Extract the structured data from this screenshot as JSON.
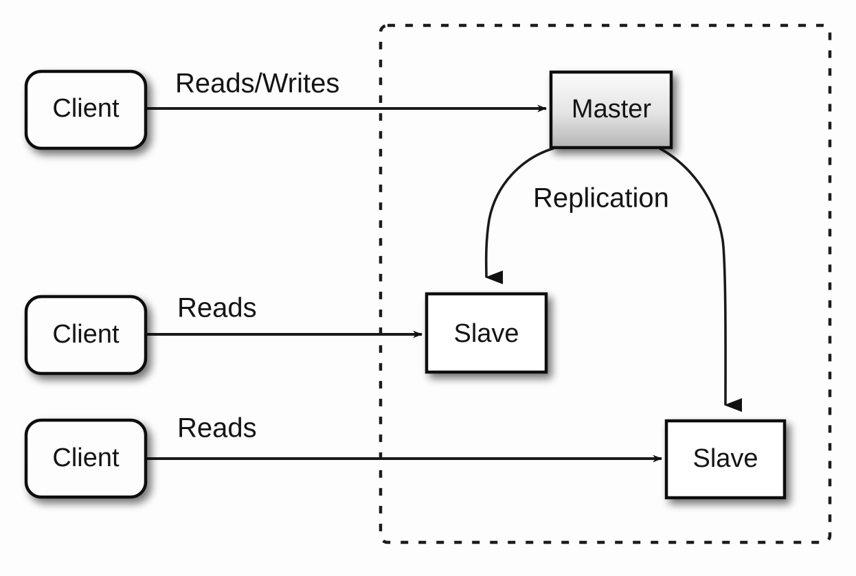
{
  "diagram": {
    "title": "Master-Slave Replication Topology",
    "boundary": {
      "name": "replication-cluster-boundary",
      "style": "dashed"
    },
    "nodes": [
      {
        "id": "client1",
        "label": "Client",
        "shape": "rounded-rect",
        "fill": "#fdfdfd"
      },
      {
        "id": "client2",
        "label": "Client",
        "shape": "rounded-rect",
        "fill": "#fdfdfd"
      },
      {
        "id": "client3",
        "label": "Client",
        "shape": "rounded-rect",
        "fill": "#fdfdfd"
      },
      {
        "id": "master",
        "label": "Master",
        "shape": "rect",
        "fill": "gradient-gray"
      },
      {
        "id": "slave1",
        "label": "Slave",
        "shape": "rect",
        "fill": "#ffffff"
      },
      {
        "id": "slave2",
        "label": "Slave",
        "shape": "rect",
        "fill": "#ffffff"
      }
    ],
    "edges": [
      {
        "id": "e1",
        "from": "client1",
        "to": "master",
        "label": "Reads/Writes"
      },
      {
        "id": "e2",
        "from": "client2",
        "to": "slave1",
        "label": "Reads"
      },
      {
        "id": "e3",
        "from": "client3",
        "to": "slave2",
        "label": "Reads"
      },
      {
        "id": "e4",
        "from": "master",
        "to": "slave1",
        "label": "Replication"
      },
      {
        "id": "e5",
        "from": "master",
        "to": "slave2",
        "label": ""
      }
    ],
    "colors": {
      "stroke": "#1a1a1a",
      "text": "#141414",
      "master_fill_top": "#fbfbfb",
      "master_fill_bottom": "#b9b9b9",
      "canvas": "#fdfdfd"
    }
  }
}
